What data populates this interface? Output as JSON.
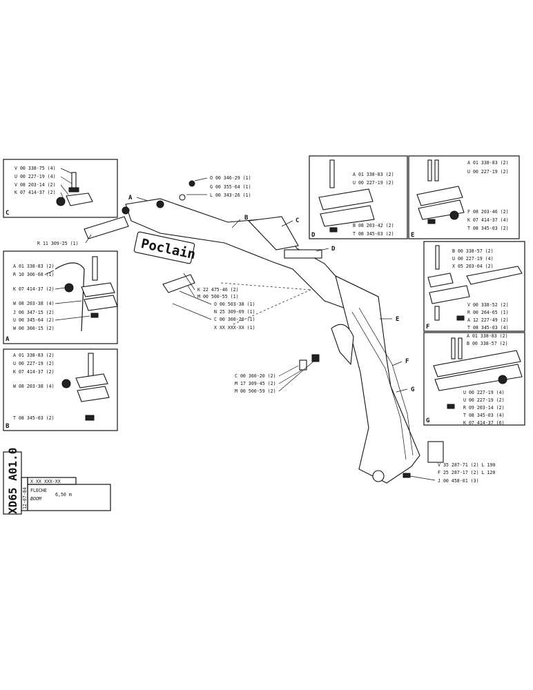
{
  "drawing": {
    "id": "XD65 A01.0",
    "date": "12-07-84",
    "serial": "X XX XXX-XX",
    "title_fr": "FLECHE",
    "title_en": "BOOM",
    "size": "6,50 m",
    "brand": "Poclain"
  },
  "panels": {
    "C": {
      "letter": "C",
      "parts": [
        "V 00 338-75 (4)",
        "U 00 227-19 (4)",
        "V 08 203-14 (2)",
        "K 07 414-37 (2)"
      ]
    },
    "A": {
      "letter": "A",
      "parts": [
        "A 01 338-83 (2)",
        "R 10 306-68 (1)",
        "K 07 414-37 (2)",
        "W 08 203-38 (4)",
        "J 00 347-15 (2)",
        "U 00 345-64 (2)",
        "W 00 360-15 (2)"
      ]
    },
    "B": {
      "letter": "B",
      "parts": [
        "A 01 338-83 (2)",
        "U 00 227-19 (2)",
        "K 07 414-37 (2)",
        "W 08 203-38 (4)",
        "T 08 345-03 (2)"
      ]
    },
    "D": {
      "letter": "D",
      "parts": [
        "A 01 338-83 (2)",
        "U 00 227-19 (2)",
        "B 08 203-42 (2)",
        "T 08 345-03 (2)"
      ]
    },
    "E": {
      "letter": "E",
      "parts": [
        "A 01 338-83 (2)",
        "U 00 227-19 (2)",
        "F 08 203-46 (2)",
        "K 07 414-37 (4)",
        "T 08 345-03 (2)"
      ]
    },
    "F": {
      "letter": "F",
      "parts": [
        "B 00 338-57 (2)",
        "U 00 227-19 (4)",
        "X 05 203-04 (2)",
        "V 00 338-52 (2)",
        "R 00 264-65 (1)",
        "A 12 227-49 (2)",
        "T 08 345-03 (4)"
      ]
    },
    "G": {
      "letter": "G",
      "parts": [
        "A 01 338-83 (2)",
        "B 00 338-57 (2)",
        "U 00 227-19 (4)",
        "U 00 227-19 (2)",
        "R 09 203-14 (2)",
        "T 08 345-03 (4)",
        "K 07 414-37 (6)"
      ]
    }
  },
  "main": {
    "top_parts": [
      "O 00 346-29 (1)",
      "G 00 355-64 (1)",
      "L 00 343-26 (1)"
    ],
    "pin_left": "R 11 309-25 (1)",
    "mid_parts": [
      "K 22 475-46 (2)",
      "M 00 500-55 (1)",
      "O 00 503-38 (1)",
      "N 25 309-09 (1)",
      "C 00 360-20 (1)",
      "X XX XXX-XX (1)"
    ],
    "lower_parts": [
      "C 00 360-20 (2)",
      "M 17 309-45 (2)",
      "M 00 500-59 (2)"
    ],
    "right_parts": [
      "V 35 287-71 (2) L 190",
      "F 25 287-17 (2) L 120",
      "J 00 458-01 (3)"
    ],
    "callouts": [
      "A",
      "B",
      "C",
      "D",
      "E",
      "F",
      "G"
    ]
  }
}
